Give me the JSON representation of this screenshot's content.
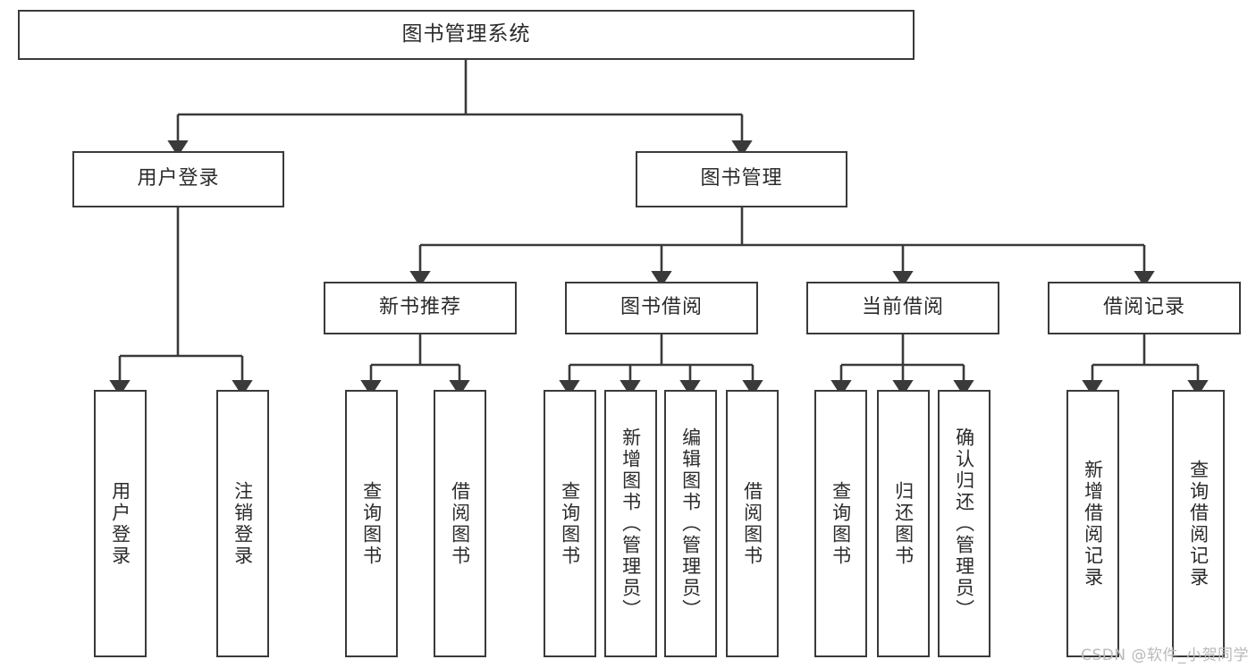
{
  "diagram": {
    "title": "图书管理系统",
    "type": "tree-hierarchy-chart",
    "root": {
      "id": "root",
      "label": "图书管理系统"
    },
    "level2": [
      {
        "id": "user-login",
        "label": "用户登录"
      },
      {
        "id": "book-manage",
        "label": "图书管理"
      }
    ],
    "level3": [
      {
        "id": "new-book-recommend",
        "label": "新书推荐"
      },
      {
        "id": "book-borrow",
        "label": "图书借阅"
      },
      {
        "id": "current-borrow",
        "label": "当前借阅"
      },
      {
        "id": "borrow-record",
        "label": "借阅记录"
      }
    ],
    "leaves": {
      "user_login": [
        {
          "id": "leaf-user-login",
          "label": "用户登录"
        },
        {
          "id": "leaf-logout-login",
          "label": "注销登录"
        }
      ],
      "new_book_recommend": [
        {
          "id": "leaf-query-book-1",
          "label": "查询图书"
        },
        {
          "id": "leaf-borrow-book-1",
          "label": "借阅图书"
        }
      ],
      "book_borrow": [
        {
          "id": "leaf-query-book-2",
          "label": "查询图书"
        },
        {
          "id": "leaf-add-book",
          "label": "新增图书（管理员）"
        },
        {
          "id": "leaf-edit-book",
          "label": "编辑图书（管理员）"
        },
        {
          "id": "leaf-borrow-book-2",
          "label": "借阅图书"
        }
      ],
      "current_borrow": [
        {
          "id": "leaf-query-book-3",
          "label": "查询图书"
        },
        {
          "id": "leaf-return-book",
          "label": "归还图书"
        },
        {
          "id": "leaf-confirm-return",
          "label": "确认归还（管理员）"
        }
      ],
      "borrow_record": [
        {
          "id": "leaf-add-borrow-record",
          "label": "新增借阅记录"
        },
        {
          "id": "leaf-query-borrow-record",
          "label": "查询借阅记录"
        }
      ]
    },
    "watermark": "CSDN @软件_小贺同学",
    "colors": {
      "box_border": "#3a3a3a",
      "box_fill": "#ffffff",
      "text": "#2b2b2b",
      "connector": "#3a3a3a",
      "watermark": "#b9b9b9",
      "background": "#ffffff"
    }
  }
}
